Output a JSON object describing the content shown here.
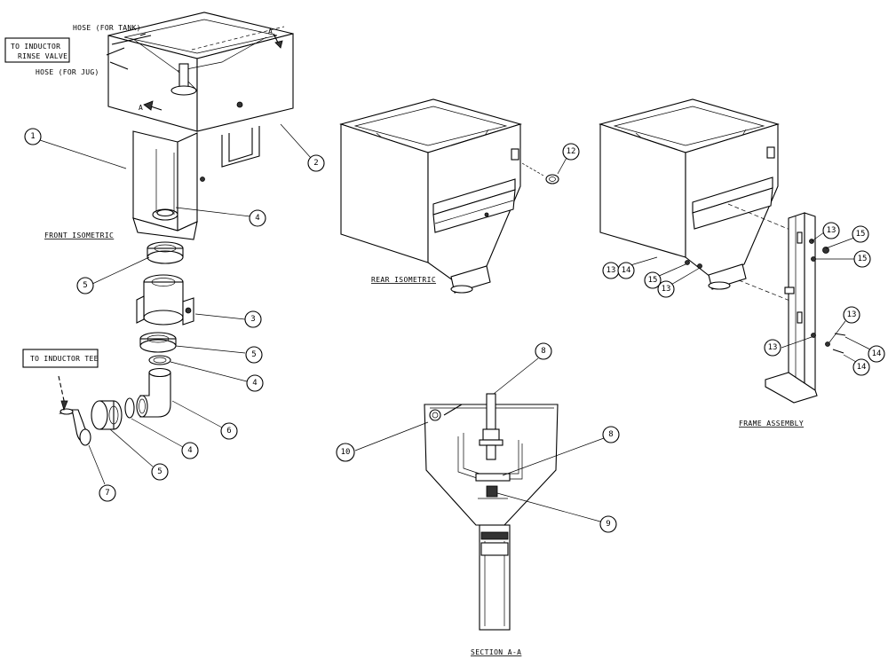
{
  "labels": {
    "hose_tank": "HOSE (FOR TANK)",
    "to_inductor_rinse_1": "TO INDUCTOR",
    "to_inductor_rinse_2": "RINSE VALVE",
    "hose_jug": "HOSE (FOR JUG)",
    "section_a": "A",
    "section_a2": "A",
    "to_inductor_tee": "TO INDUCTOR TEE"
  },
  "views": {
    "front": "FRONT ISOMETRIC",
    "rear": "REAR ISOMETRIC",
    "frame": "FRAME ASSEMBLY",
    "section": "SECTION A-A"
  },
  "callouts": {
    "c1": "1",
    "c2": "2",
    "c3": "3",
    "c4a": "4",
    "c4b": "4",
    "c4c": "4",
    "c5a": "5",
    "c5b": "5",
    "c5c": "5",
    "c6": "6",
    "c7": "7",
    "c8a": "8",
    "c8b": "8",
    "c9": "9",
    "c10": "10",
    "c12": "12",
    "c13a": "13",
    "c13b": "13",
    "c13c": "13",
    "c13d": "13",
    "c13e": "13",
    "c14a": "14",
    "c14b": "14",
    "c14c": "14",
    "c15a": "15",
    "c15b": "15",
    "c15c": "15"
  }
}
